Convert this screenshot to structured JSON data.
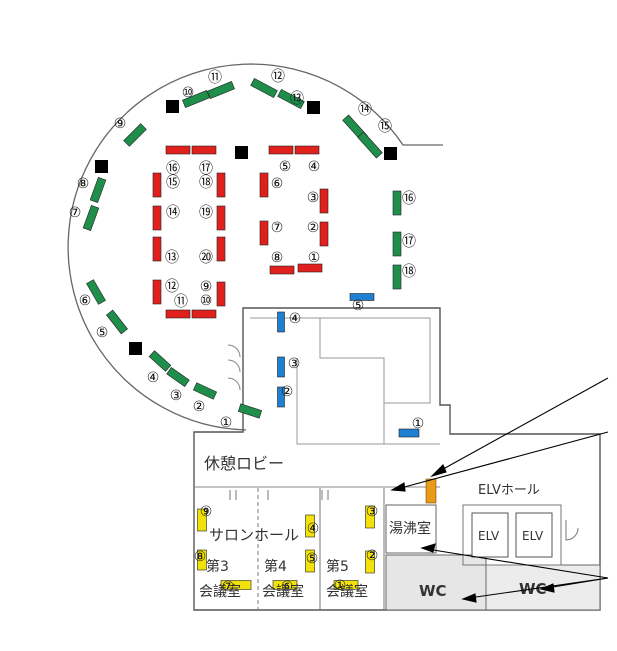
{
  "colors": {
    "green": "#1e8e4a",
    "red": "#e0201c",
    "blue": "#1f7fd0",
    "yellow": "#f2e20a",
    "orange": "#e89a1a",
    "pillar": "#000000",
    "wall": "#555555",
    "wc_fill": "#e5e5e5"
  },
  "rooms": {
    "lobby": "休憩ロビー",
    "salon": "サロンホール",
    "elv_hall": "ELVホール",
    "kettle": "湯沸室",
    "elv1": "ELV",
    "elv2": "ELV",
    "wc1": "WC",
    "wc2": "WC",
    "room3_top": "第3",
    "room3_bottom": "会議室",
    "room4_top": "第4",
    "room4_bottom": "会議室",
    "room5_top": "第5",
    "room5_bottom": "会議室"
  },
  "markers": {
    "green": [
      "①",
      "②",
      "③",
      "④",
      "⑤",
      "⑥",
      "⑦",
      "⑧",
      "⑨",
      "⑩",
      "⑪",
      "⑫",
      "⑬",
      "⑭",
      "⑮",
      "⑯",
      "⑰",
      "⑱"
    ],
    "red": [
      "①",
      "②",
      "③",
      "④",
      "⑤",
      "⑥",
      "⑦",
      "⑧",
      "⑨",
      "⑩",
      "⑪",
      "⑫",
      "⑬",
      "⑭",
      "⑮",
      "⑯",
      "⑰",
      "⑱",
      "⑲",
      "⑳"
    ],
    "blue": [
      "①",
      "②",
      "③",
      "④",
      "⑤"
    ],
    "yellow": [
      "①",
      "②",
      "③",
      "④",
      "⑤",
      "⑥",
      "⑦",
      "⑧",
      "⑨"
    ]
  }
}
